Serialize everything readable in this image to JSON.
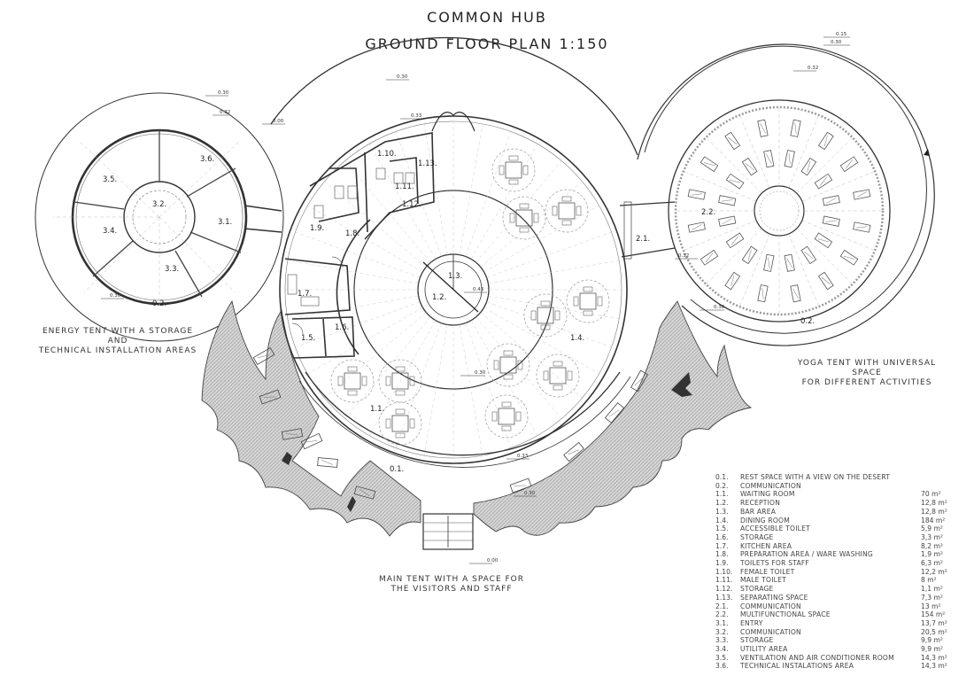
{
  "title": "COMMON HUB",
  "subtitle": "GROUND FLOOR PLAN 1:150",
  "captions": {
    "energy": [
      "ENERGY TENT WITH A STORAGE AND",
      "TECHNICAL INSTALLATION AREAS"
    ],
    "yoga": [
      "YOGA TENT WITH UNIVERSAL SPACE",
      "FOR DIFFERENT ACTIVITIES"
    ],
    "main": [
      "MAIN TENT WITH A SPACE FOR",
      "THE VISITORS AND STAFF"
    ]
  },
  "plan_labels": {
    "r35": "3.5.",
    "r36": "3.6.",
    "r32": "3.2.",
    "r31": "3.1.",
    "r34": "3.4.",
    "r33": "3.3.",
    "r02a": "0.2.",
    "r02b": "0.2.",
    "r01": "0.1.",
    "r110": "1.10.",
    "r113": "1.13.",
    "r111": "1.11.",
    "r112": "1.12.",
    "r19": "1.9.",
    "r18": "1.8.",
    "r17": "1.7.",
    "r15": "1.5.",
    "r16": "1.6.",
    "r13": "1.3.",
    "r12": "1.2.",
    "r14": "1.4.",
    "r11": "1.1.",
    "r21": "2.1.",
    "r22": "2.2."
  },
  "levels": {
    "l015": "0.15",
    "l030a": "0.30",
    "l032a": "0.32",
    "l030b": "0.30",
    "l032b": "0.32",
    "l000a": "0.00",
    "l033a": "0.33",
    "l030c": "0.30",
    "l032c": "0.32",
    "l030d": "0.30",
    "l030e": "0.30",
    "l043": "0.43",
    "l030f": "0.30",
    "l033b": "0.33",
    "l030g": "0.30",
    "l000b": "0.00"
  },
  "legend": [
    {
      "num": "0.1.",
      "name": "REST SPACE WITH A VIEW ON  THE DESERT",
      "area": ""
    },
    {
      "num": "0.2.",
      "name": "COMMUNICATION",
      "area": ""
    },
    {
      "num": "1.1.",
      "name": "WAITING ROOM",
      "area": "70 m²"
    },
    {
      "num": "1.2.",
      "name": "RECEPTION",
      "area": "12,8 m²"
    },
    {
      "num": "1.3.",
      "name": "BAR AREA",
      "area": "12,8 m²"
    },
    {
      "num": "1.4.",
      "name": "DINING ROOM",
      "area": "184 m²"
    },
    {
      "num": "1.5.",
      "name": "ACCESSIBLE TOILET",
      "area": "5,9 m²"
    },
    {
      "num": "1.6.",
      "name": "STORAGE",
      "area": "3,3 m²"
    },
    {
      "num": "1.7.",
      "name": "KITCHEN AREA",
      "area": "8,2 m²"
    },
    {
      "num": "1.8.",
      "name": "PREPARATION AREA / WARE WASHING",
      "area": "1,9 m²"
    },
    {
      "num": "1.9.",
      "name": "TOILETS FOR STAFF",
      "area": "6,3 m²"
    },
    {
      "num": "1.10.",
      "name": "FEMALE TOILET",
      "area": "12,2 m²"
    },
    {
      "num": "1.11.",
      "name": "MALE TOILET",
      "area": "8 m²"
    },
    {
      "num": "1.12.",
      "name": "STORAGE",
      "area": "1,1 m²"
    },
    {
      "num": "1.13.",
      "name": "SEPARATING SPACE",
      "area": "7,3 m²"
    },
    {
      "num": "2.1.",
      "name": "COMMUNICATION",
      "area": "13 m²"
    },
    {
      "num": "2.2.",
      "name": "MULTIFUNCTIONAL SPACE",
      "area": "154 m²"
    },
    {
      "num": "3.1.",
      "name": "ENTRY",
      "area": "13,7 m²"
    },
    {
      "num": "3.2.",
      "name": "COMMUNICATION",
      "area": "20,5 m²"
    },
    {
      "num": "3.3.",
      "name": "STORAGE",
      "area": "9,9 m²"
    },
    {
      "num": "3.4.",
      "name": "UTILITY AREA",
      "area": "9,9 m²"
    },
    {
      "num": "3.5.",
      "name": "VENTILATION AND AIR CONDITIONER ROOM",
      "area": "14,3 m²"
    },
    {
      "num": "3.6.",
      "name": "TECHNICAL INSTALATIONS AREA",
      "area": "14,3 m²"
    }
  ]
}
